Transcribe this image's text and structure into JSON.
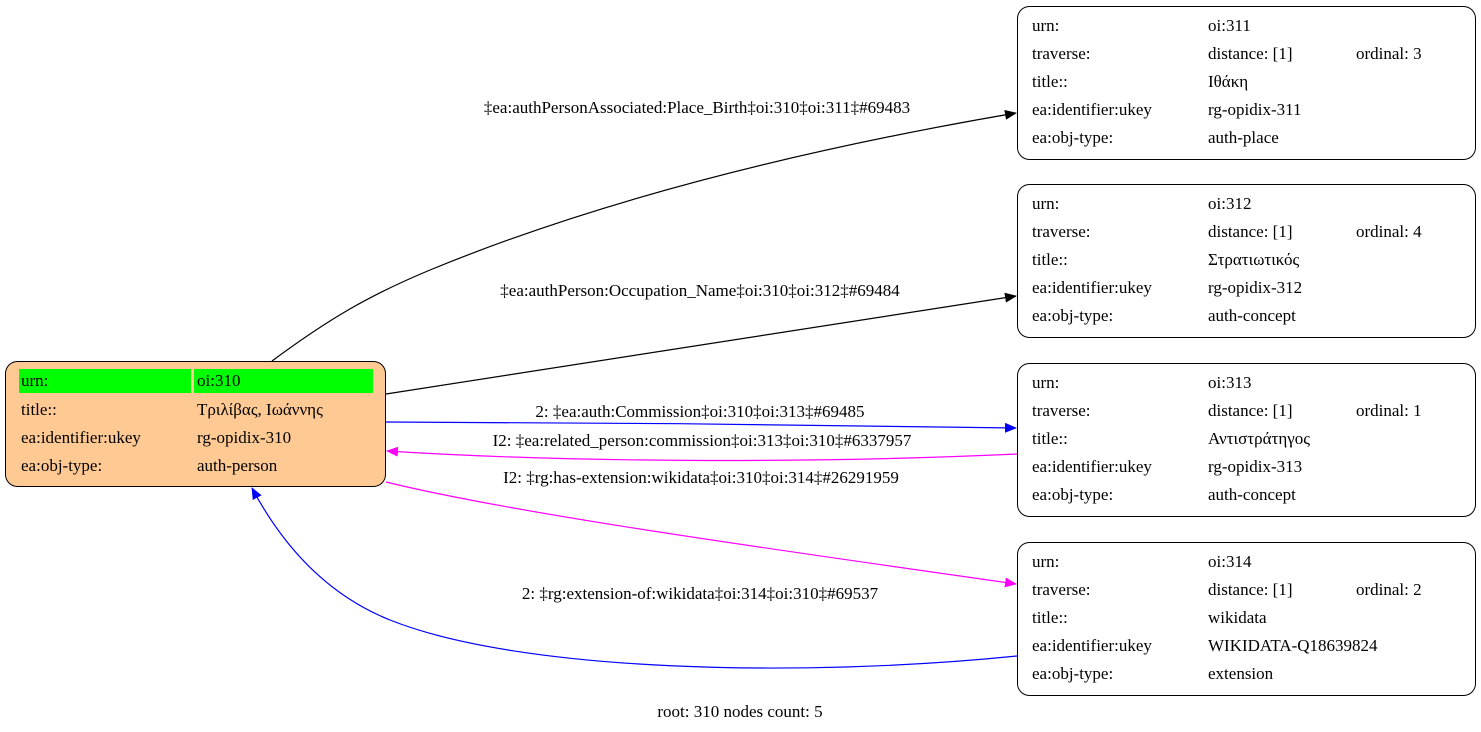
{
  "colors": {
    "root_fill": "#ffc994",
    "highlight": "#00ff00",
    "blue": "#0000ff",
    "magenta": "#ff00ff",
    "black": "#000000"
  },
  "root": {
    "rows": [
      {
        "key": "urn:",
        "value": "oi:310"
      },
      {
        "key": "title::",
        "value": "Τριλίβας, Ιωάννης"
      },
      {
        "key": "ea:identifier:ukey",
        "value": "rg-opidix-310"
      },
      {
        "key": "ea:obj-type:",
        "value": "auth-person"
      }
    ]
  },
  "nodes": [
    {
      "urn": "oi:311",
      "traverse": "distance: [1]",
      "ordinal": "ordinal: 3",
      "title": "Ιθάκη",
      "ukey": "rg-opidix-311",
      "type": "auth-place"
    },
    {
      "urn": "oi:312",
      "traverse": "distance: [1]",
      "ordinal": "ordinal: 4",
      "title": "Στρατιωτικός",
      "ukey": "rg-opidix-312",
      "type": "auth-concept"
    },
    {
      "urn": "oi:313",
      "traverse": "distance: [1]",
      "ordinal": "ordinal: 1",
      "title": "Αντιστράτηγος",
      "ukey": "rg-opidix-313",
      "type": "auth-concept"
    },
    {
      "urn": "oi:314",
      "traverse": "distance: [1]",
      "ordinal": "ordinal: 2",
      "title": "wikidata",
      "ukey": "WIKIDATA-Q18639824",
      "type": "extension"
    }
  ],
  "keys": {
    "urn": "urn:",
    "traverse": "traverse:",
    "title": "title::",
    "ukey": "ea:identifier:ukey",
    "type": "ea:obj-type:"
  },
  "edges": [
    {
      "label": "‡ea:authPersonAssociated:Place_Birth‡oi:310‡oi:311‡#69483"
    },
    {
      "label": "‡ea:authPerson:Occupation_Name‡oi:310‡oi:312‡#69484"
    },
    {
      "label": "2: ‡ea:auth:Commission‡oi:310‡oi:313‡#69485"
    },
    {
      "label": "I2: ‡ea:related_person:commission‡oi:313‡oi:310‡#6337957"
    },
    {
      "label": "I2: ‡rg:has-extension:wikidata‡oi:310‡oi:314‡#26291959"
    },
    {
      "label": "2: ‡rg:extension-of:wikidata‡oi:314‡oi:310‡#69537"
    }
  ],
  "footer": "root: 310 nodes count: 5"
}
